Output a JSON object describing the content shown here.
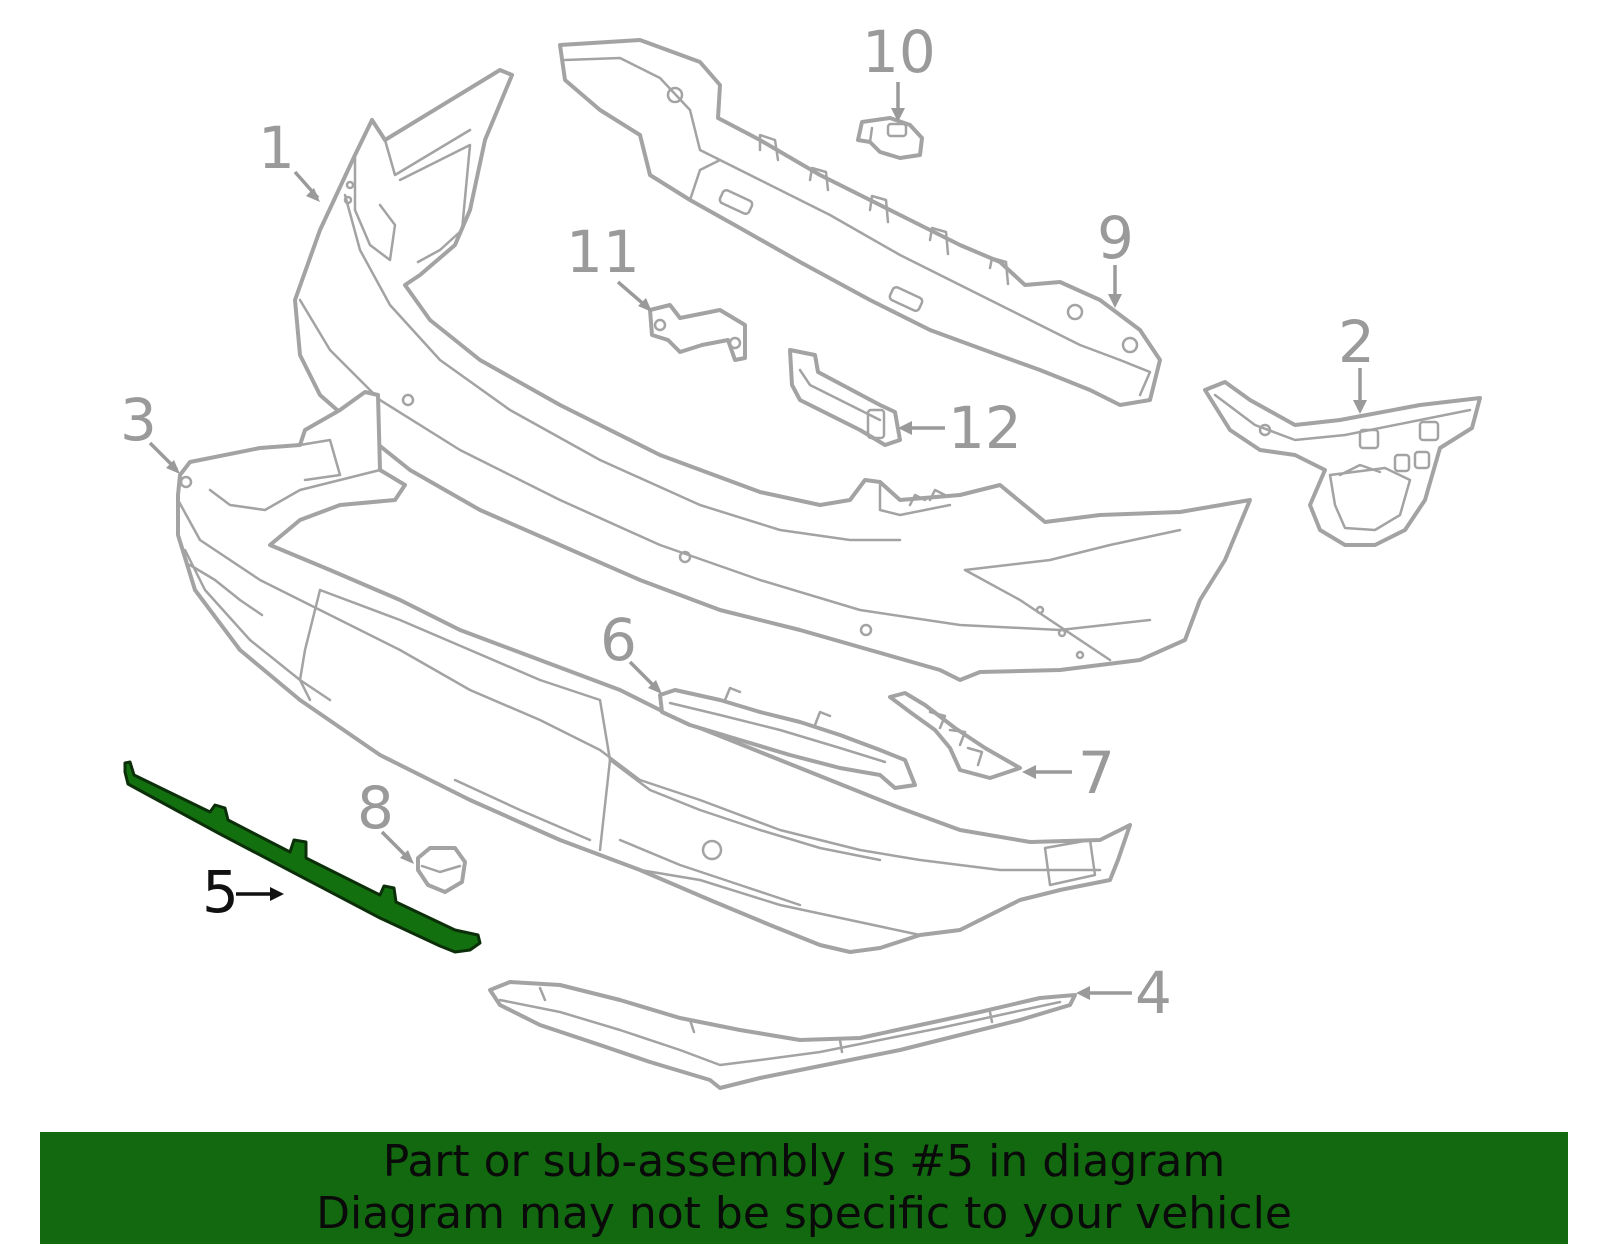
{
  "callouts": [
    {
      "id": "1",
      "label": "1"
    },
    {
      "id": "2",
      "label": "2"
    },
    {
      "id": "3",
      "label": "3"
    },
    {
      "id": "4",
      "label": "4"
    },
    {
      "id": "5",
      "label": "5"
    },
    {
      "id": "6",
      "label": "6"
    },
    {
      "id": "7",
      "label": "7"
    },
    {
      "id": "8",
      "label": "8"
    },
    {
      "id": "9",
      "label": "9"
    },
    {
      "id": "10",
      "label": "10"
    },
    {
      "id": "11",
      "label": "11"
    },
    {
      "id": "12",
      "label": "12"
    }
  ],
  "highlighted_part": "5",
  "colors": {
    "highlight_fill": "#12700f",
    "banner_bg": "#126910",
    "line_art": "#a3a3a3"
  },
  "banner": {
    "line1": "Part or sub-assembly is #5 in diagram",
    "line2": "Diagram may not be specific to your vehicle"
  }
}
